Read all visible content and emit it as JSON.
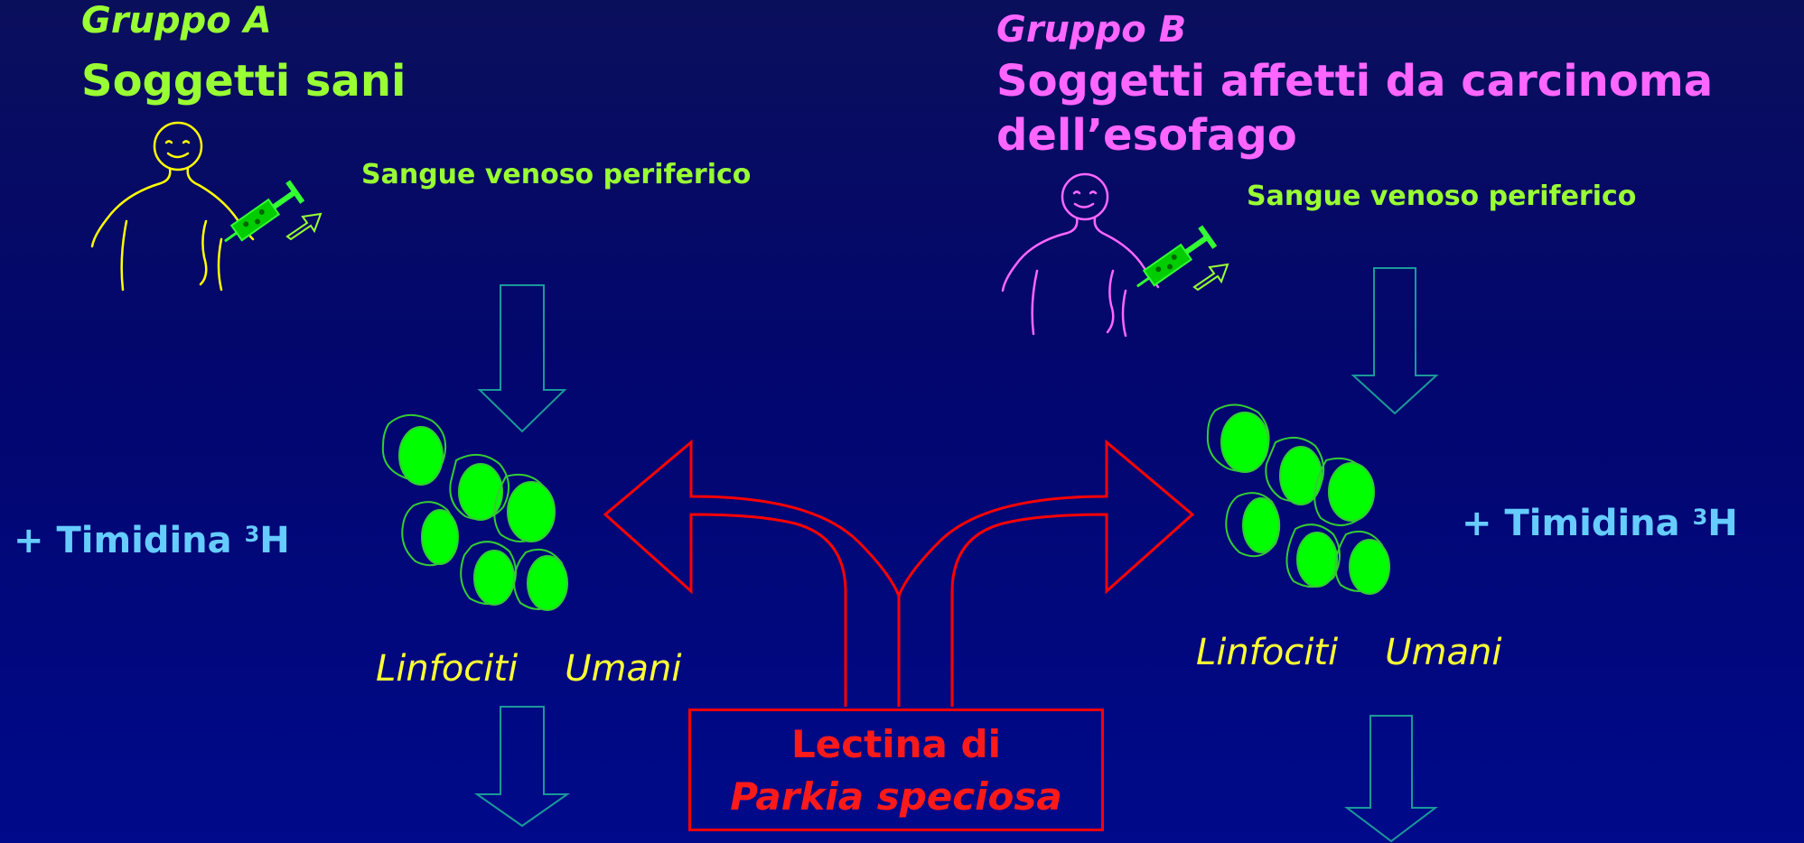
{
  "groupA": {
    "label": "Gruppo A",
    "title": "Soggetti sani",
    "blood": "Sangue venoso periferico",
    "thymidine_prefix": "+ Timidina ",
    "thymidine_sup": "3",
    "thymidine_suffix": "H",
    "lymph_word1": "Linfociti",
    "lymph_word2": "Umani"
  },
  "groupB": {
    "label": "Gruppo B",
    "title": "Soggetti affetti da carcinoma dell’esofago",
    "blood": "Sangue venoso periferico",
    "thymidine_prefix": "+ Timidina ",
    "thymidine_sup": "3",
    "thymidine_suffix": "H",
    "lymph_word1": "Linfociti",
    "lymph_word2": "Umani"
  },
  "lectin": {
    "line1": "Lectina di",
    "line2": "Parkia speciosa"
  },
  "icons": [
    "person-healthy-icon",
    "person-patient-icon",
    "syringe-icon",
    "lymphocyte-cluster-icon",
    "down-arrow-icon",
    "split-arrow-icon"
  ],
  "colors": {
    "background": "#02066e",
    "groupA": "#99ff33",
    "groupB": "#ff66ff",
    "thymidine": "#66ccff",
    "lymphocytes": "#ffff33",
    "lectin": "#ff0000",
    "cell_fill": "#00ff00",
    "arrow_outline": "#1a9999"
  }
}
